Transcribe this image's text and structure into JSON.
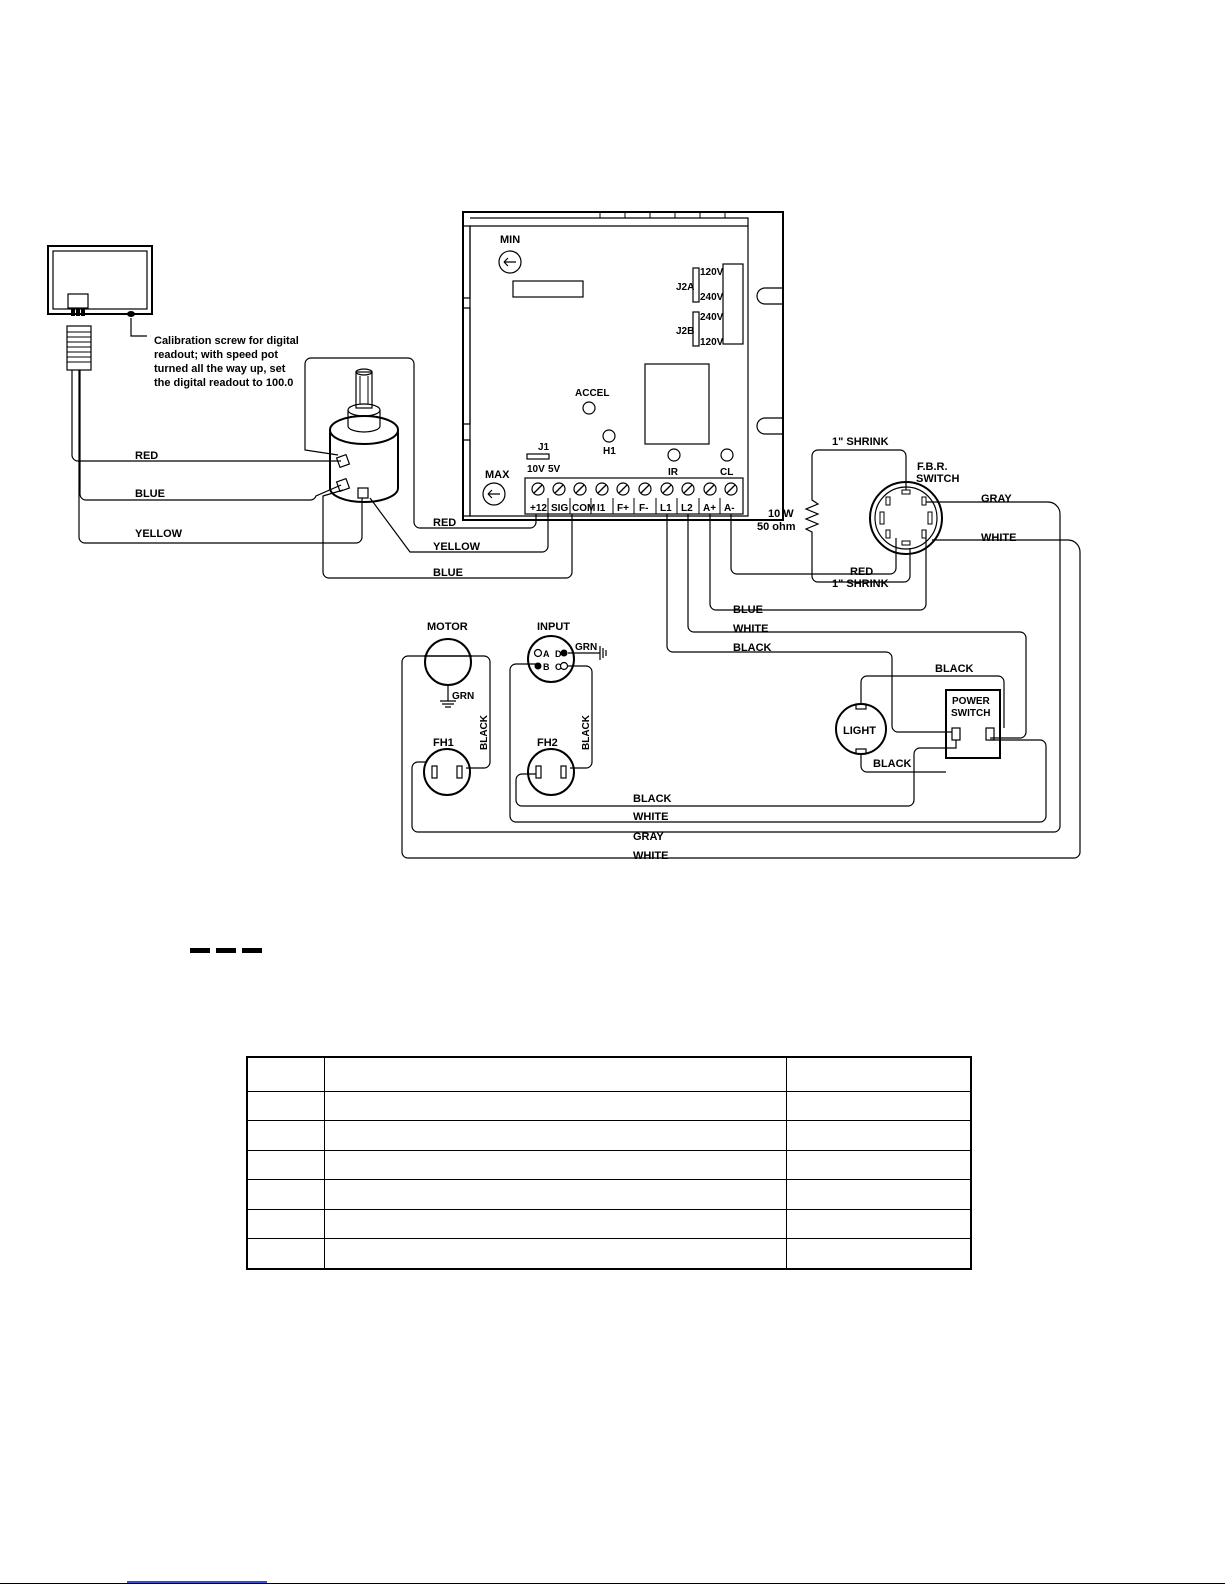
{
  "labels": {
    "min": "MIN",
    "max": "MAX",
    "j2a": "J2A",
    "j2b": "J2B",
    "v120": "120V",
    "v240": "240V",
    "accel": "ACCEL",
    "j1": "J1",
    "v10": "10V",
    "v5": "5V",
    "h1": "H1",
    "ir": "IR",
    "cl": "CL",
    "shrink": "1\" SHRINK",
    "fbr": "F.B.R.",
    "switch": "SWITCH",
    "resistor_w": "10 W",
    "resistor_ohm": "50 ohm",
    "motor": "MOTOR",
    "input": "INPUT",
    "grn": "GRN",
    "fh1": "FH1",
    "fh2": "FH2",
    "light": "LIGHT",
    "power": "POWER",
    "power_switch": "SWITCH",
    "pin_a": "A",
    "pin_b": "B",
    "pin_c": "C",
    "pin_d": "D"
  },
  "calibration_note": [
    "Calibration screw for digital",
    "readout; with speed pot",
    "turned all the way up, set",
    "the digital readout to 100.0"
  ],
  "terminals": [
    "+12",
    "SIG",
    "COM",
    "I1",
    "F+",
    "F-",
    "L1",
    "L2",
    "A+",
    "A-"
  ],
  "wires": {
    "red": "RED",
    "blue": "BLUE",
    "yellow": "YELLOW",
    "black": "BLACK",
    "white": "WHITE",
    "gray": "GRAY",
    "green": "GRN"
  },
  "colors": {
    "ink": "#000000",
    "link": "#3b4fd6"
  }
}
